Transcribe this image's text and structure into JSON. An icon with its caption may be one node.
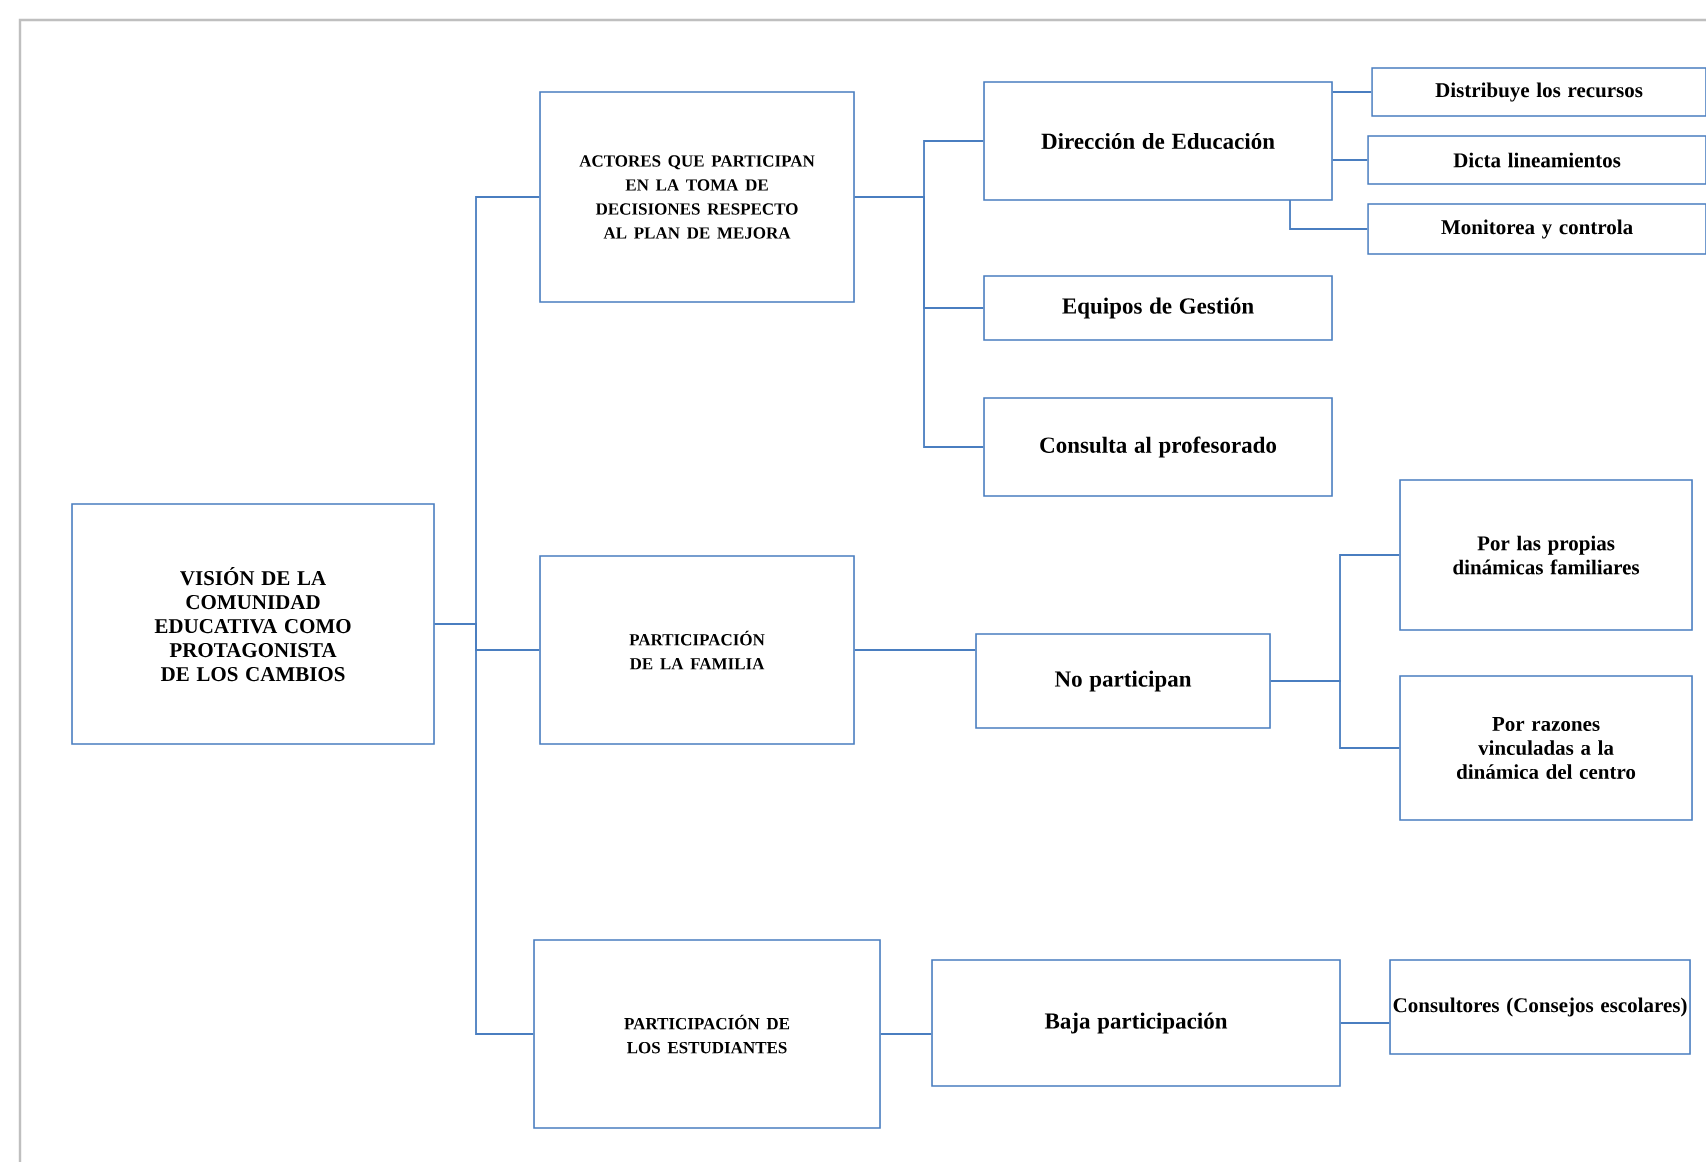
{
  "diagram": {
    "nodes": [
      {
        "text": [
          "VISIÓN DE LA COMUNIDAD EDUCATIVA COMO PROTAGONISTA DE LOS CAMBIOS"
        ]
      },
      {
        "text": [
          "ACTORES QUE PARTICIPAN EN LA TOMA DE DECISIONES RESPECTO AL PLAN DE MEJORA"
        ]
      },
      {
        "text": [
          "PARTICIPACIÓN DE LA FAMILIA"
        ]
      },
      {
        "text": [
          "PARTICIPACIÓN DE LOS ESTUDIANTES"
        ]
      },
      {
        "text": [
          "Dirección de Educación"
        ]
      },
      {
        "text": [
          "Equipos de Gestión"
        ]
      },
      {
        "text": [
          "Consulta al profesorado"
        ]
      },
      {
        "text": [
          "Distribuye los recursos"
        ]
      },
      {
        "text": [
          "Dicta lineamientos"
        ]
      },
      {
        "text": [
          "Monitorea y controla"
        ]
      },
      {
        "text": [
          "No participan"
        ]
      },
      {
        "text": [
          "Por las propias dinámicas familiares"
        ]
      },
      {
        "text": [
          "Por razones vinculadas a la dinámica del centro"
        ]
      },
      {
        "text": [
          "Baja participación"
        ]
      },
      {
        "text": [
          "Consultores (Consejos escolares)"
        ]
      }
    ],
    "edges": [
      {
        "from": 0,
        "to": 1,
        "arrow": "none"
      },
      {
        "from": 0,
        "to": 2,
        "arrow": "none"
      },
      {
        "from": 0,
        "to": 3,
        "arrow": "none"
      },
      {
        "from": 1,
        "to": 4,
        "arrow": "none"
      },
      {
        "from": 1,
        "to": 5,
        "arrow": "none"
      },
      {
        "from": 1,
        "to": 6,
        "arrow": "none"
      },
      {
        "from": 4,
        "to": 7,
        "arrow": "none"
      },
      {
        "from": 4,
        "to": 8,
        "arrow": "none"
      },
      {
        "from": 4,
        "to": 9,
        "arrow": "none"
      },
      {
        "from": 2,
        "to": 10,
        "arrow": "none"
      },
      {
        "from": 10,
        "to": 11,
        "arrow": "none"
      },
      {
        "from": 10,
        "to": 12,
        "arrow": "none"
      },
      {
        "from": 3,
        "to": 13,
        "arrow": "none"
      },
      {
        "from": 13,
        "to": 14,
        "arrow": "none"
      }
    ]
  }
}
